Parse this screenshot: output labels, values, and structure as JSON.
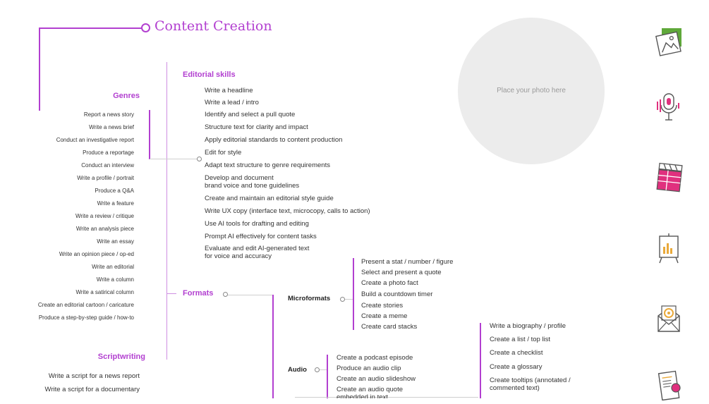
{
  "title": "Content Creation",
  "photo_placeholder": "Place your photo here",
  "genres": {
    "heading": "Genres",
    "items": [
      "Report a news story",
      "Write a news brief",
      "Conduct an investigative report",
      "Produce a reportage",
      "Conduct an interview",
      "Write a profile / portrait",
      "Produce a Q&A",
      "Write a feature",
      "Write a review / critique",
      "Write an analysis piece",
      "Write an essay",
      "Write an opinion piece / op-ed",
      "Write an editorial",
      "Write a column",
      "Write a satirical column",
      "Create an editorial cartoon / caricature",
      "Produce a step-by-step guide / how-to"
    ]
  },
  "scriptwriting": {
    "heading": "Scriptwriting",
    "items": [
      "Write a script for a news report",
      "Write a script for a documentary"
    ]
  },
  "editorial": {
    "heading": "Editorial skills",
    "items": [
      "Write a headline",
      "Write a lead / intro",
      "Identify and select a pull quote",
      "Structure text for clarity and impact",
      "Apply editorial standards to content production",
      "Edit for style",
      "Adapt text structure to genre requirements",
      "Develop and document\nbrand voice and tone guidelines",
      "Create and maintain an editorial style guide",
      "Write UX copy (interface text, microcopy, calls to action)",
      "Use AI tools for drafting and editing",
      "Prompt AI effectively for content tasks",
      "Evaluate and edit AI-generated text\nfor voice and accuracy"
    ]
  },
  "formats": {
    "heading": "Formats",
    "microformats": {
      "heading": "Microformats",
      "items": [
        "Present a stat / number / figure",
        "Select and present a quote",
        "Create a photo fact",
        "Build a countdown timer",
        "Create stories",
        "Create a meme",
        "Create card stacks"
      ]
    },
    "audio": {
      "heading": "Audio",
      "items": [
        "Create a podcast episode",
        "Produce an audio clip",
        "Create an audio slideshow",
        "Create an audio quote\nembedded in text"
      ]
    },
    "text": {
      "items": [
        "Write a biography / profile",
        "Create a list / top list",
        "Create a checklist",
        "Create a glossary",
        "Create tooltips (annotated /\ncommented text)"
      ]
    }
  },
  "icons": [
    "image-icon",
    "microphone-icon",
    "clapperboard-icon",
    "chart-easel-icon",
    "email-icon",
    "document-icon"
  ],
  "colors": {
    "accent": "#b23fd0",
    "icon_green": "#5fa83a",
    "icon_pink": "#e0307e"
  }
}
